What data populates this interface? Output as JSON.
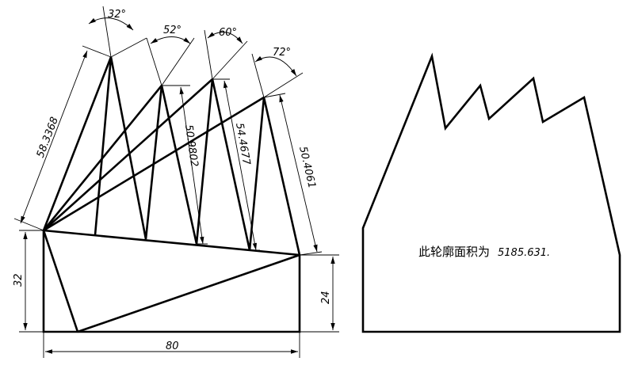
{
  "dimensions": {
    "angles": [
      "32°",
      "52°",
      "60°",
      "72°"
    ],
    "lengths": [
      "58.3368",
      "50.9802",
      "54.4677",
      "50.4061"
    ],
    "height_left": "32",
    "height_right": "24",
    "base_width": "80"
  },
  "result": {
    "label": "此轮廓面积为",
    "value": "5185.631."
  },
  "colors": {
    "stroke": "#000000",
    "background": "#ffffff"
  }
}
